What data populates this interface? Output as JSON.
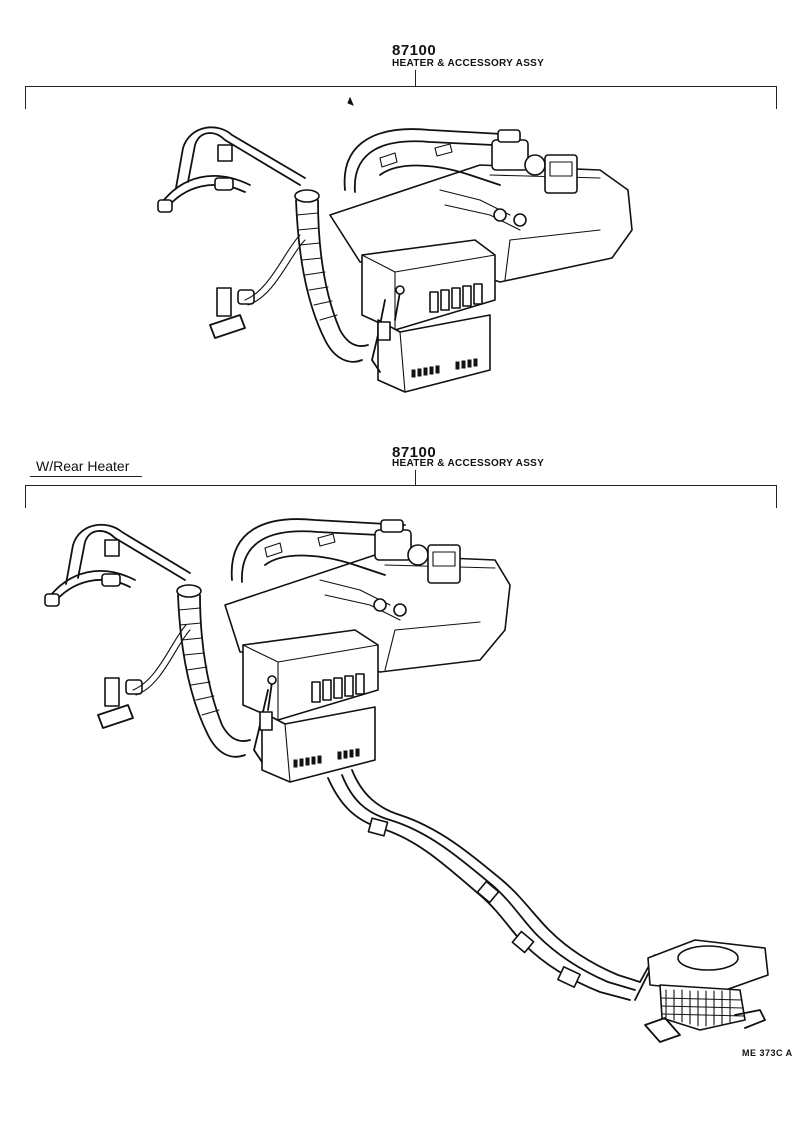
{
  "diagrams": [
    {
      "part_number": "87100",
      "part_name": "HEATER & ACCESSORY ASSY",
      "variant_label": ""
    },
    {
      "part_number": "87100",
      "part_name": "HEATER & ACCESSORY ASSY",
      "variant_label": "W/Rear Heater"
    }
  ],
  "figure_code": "ME 373C  A"
}
